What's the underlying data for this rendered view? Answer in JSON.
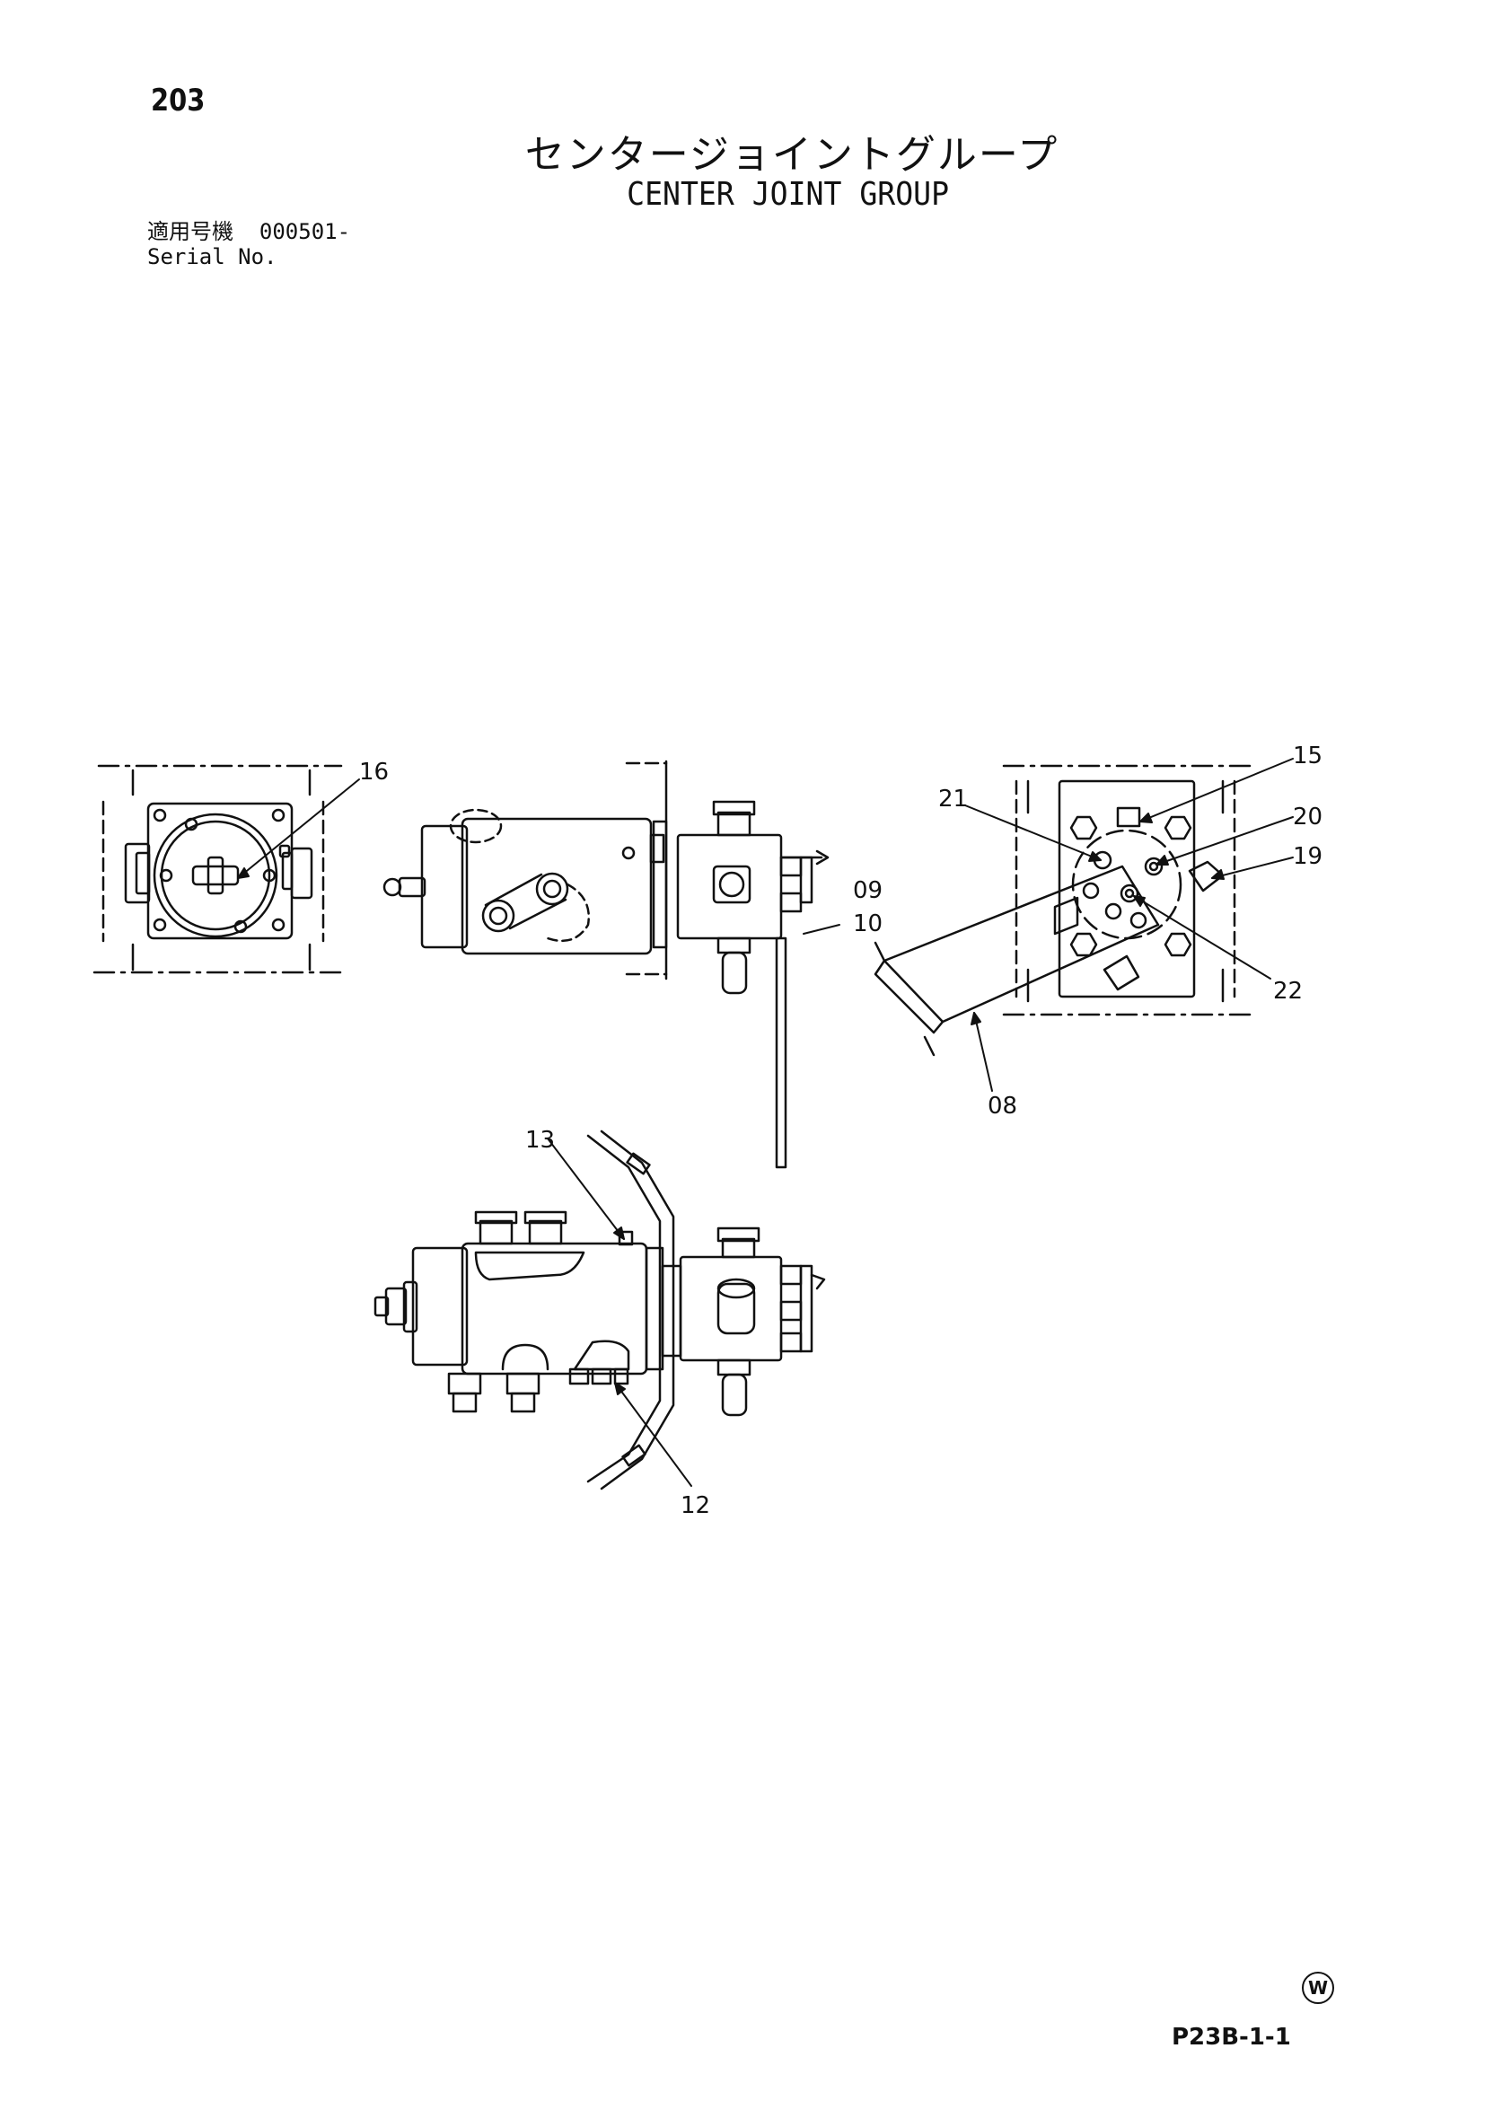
{
  "page": {
    "number": "203",
    "title_jp": "センタージョイントグループ",
    "title_en": "CENTER JOINT GROUP",
    "serial_label_jp": "適用号機",
    "serial_value": "000501-",
    "serial_label_en": "Serial No.",
    "ref_code": "P23B-1-1",
    "mark": "W"
  },
  "callouts": {
    "c16": "16",
    "c15": "15",
    "c21": "21",
    "c20": "20",
    "c19": "19",
    "c22": "22",
    "c09": "09",
    "c10": "10",
    "c08": "08",
    "c13": "13",
    "c12": "12"
  }
}
